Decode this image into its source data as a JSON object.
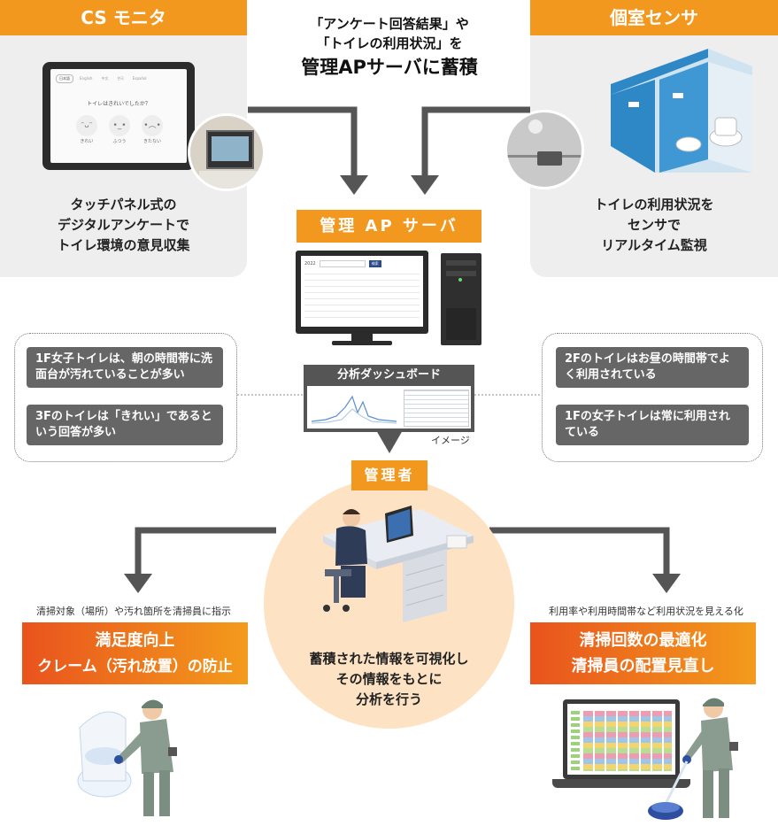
{
  "top_message": {
    "line1": "「アンケート回答結果」や",
    "line2": "「トイレの利用状況」を",
    "line3": "管理APサーバに蓄積"
  },
  "cs_monitor": {
    "title": "CS モニタ",
    "tablet_tabs": [
      "日本語",
      "English",
      "中文",
      "한국",
      "Español"
    ],
    "tablet_question": "トイレはきれいでしたか？",
    "face_labels": [
      "きれい",
      "ふつう",
      "きたない"
    ],
    "description": [
      "タッチパネル式の",
      "デジタルアンケートで",
      "トイレ環境の意見収集"
    ]
  },
  "room_sensor": {
    "title": "個室センサ",
    "description": [
      "トイレの利用状況を",
      "センサで",
      "リアルタイム監視"
    ]
  },
  "server": {
    "title": "管理 AP サーバ",
    "screen_date": "2022",
    "screen_button": "検索"
  },
  "dashboard": {
    "title": "分析ダッシュボード",
    "image_note": "イメージ"
  },
  "left_insights": [
    "1F女子トイレは、朝の時間帯に洗面台が汚れていることが多い",
    "3Fのトイレは「きれい」であるという回答が多い"
  ],
  "right_insights": [
    "2Fのトイレはお昼の時間帯でよく利用されている",
    "1Fの女子トイレは常に利用されている"
  ],
  "admin": {
    "title": "管理者",
    "description": [
      "蓄積された情報を可視化し",
      "その情報をもとに",
      "分析を行う"
    ]
  },
  "left_outcome": {
    "caption": "清掃対象（場所）や汚れ箇所を清掃員に指示",
    "line1": "満足度向上",
    "line2": "クレーム（汚れ放置）の防止"
  },
  "right_outcome": {
    "caption": "利用率や利用時間帯など利用状況を見える化",
    "line1": "清掃回数の最適化",
    "line2": "清掃員の配置見直し"
  },
  "colors": {
    "orange": "#f3981f",
    "gradient_start": "#e9531d",
    "gradient_end": "#f39b1c",
    "panel_gray": "#eeeeee",
    "dark_gray": "#666666",
    "arrow_gray": "#555555",
    "circle_fill": "#fde3c4"
  },
  "icons": [
    "touch-tablet-icon",
    "monitor-icon",
    "pc-tower-icon",
    "toilet-booth-icon",
    "sensor-icon",
    "office-worker-icon",
    "cleaner-icon",
    "laptop-icon"
  ]
}
